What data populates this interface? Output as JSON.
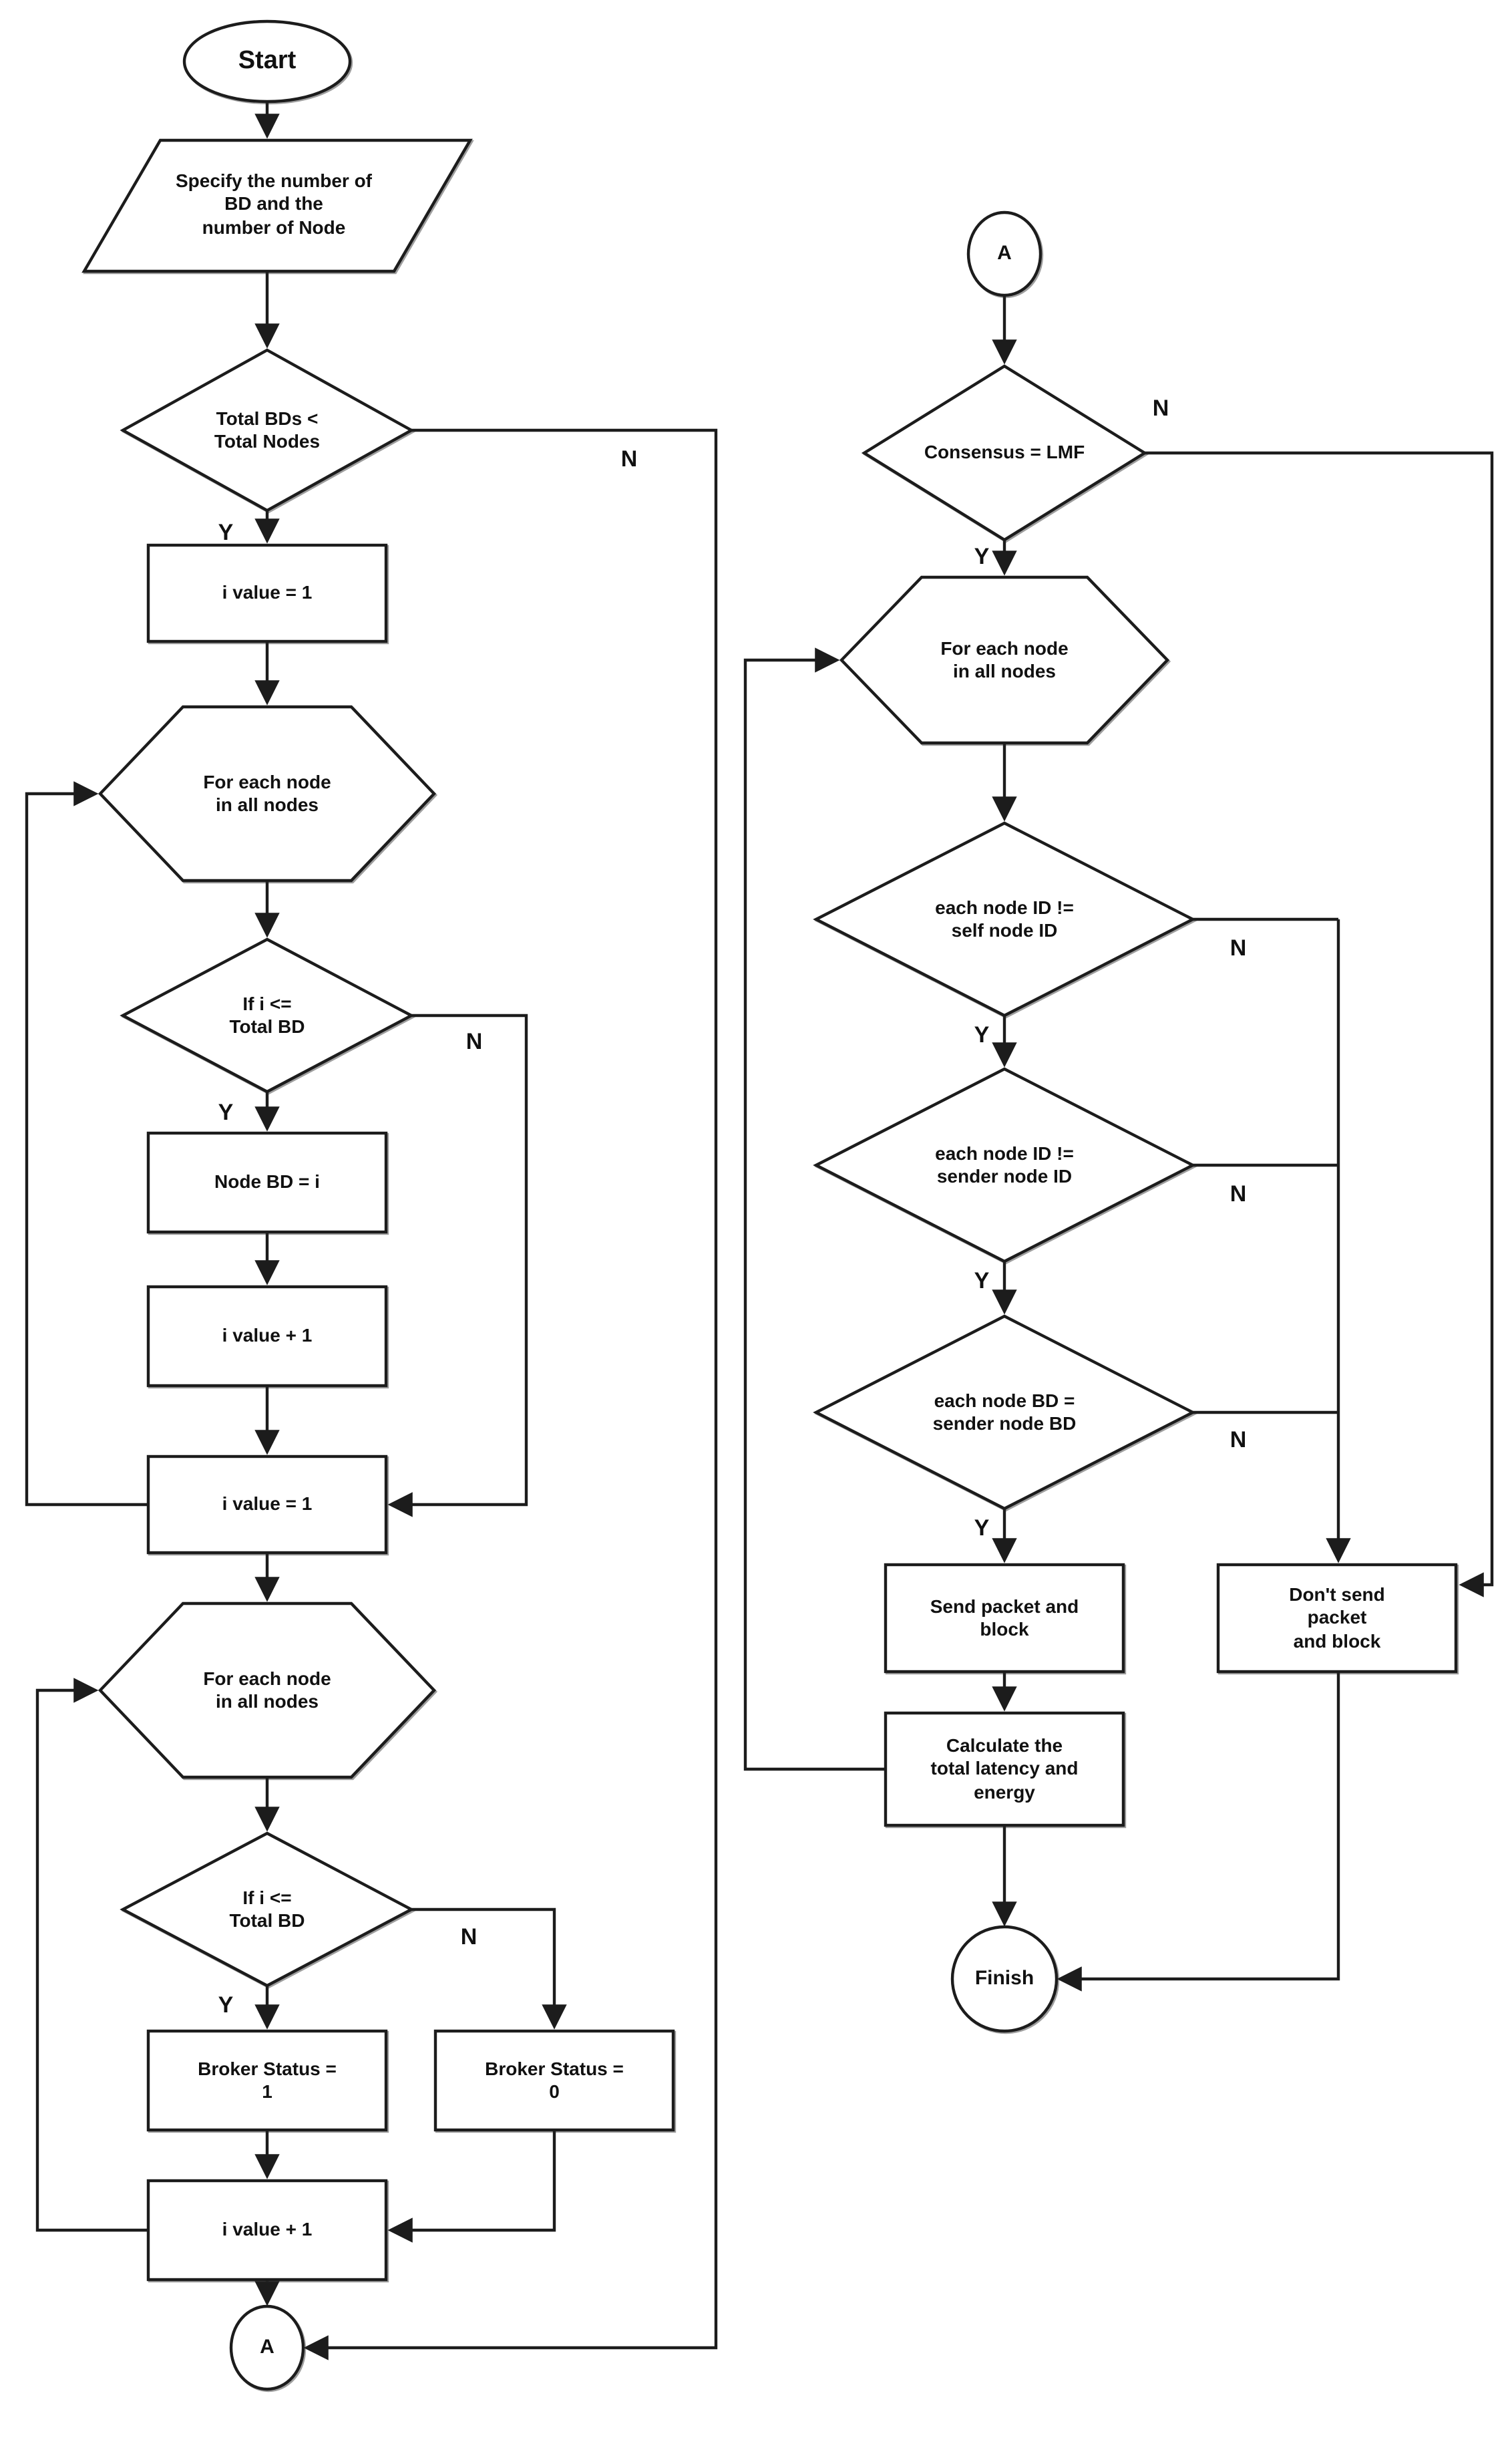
{
  "diagram": {
    "type": "flowchart",
    "colors": {
      "stroke": "#1c1c1c",
      "fill": "#ffffff",
      "text": "#111111"
    },
    "labels": {
      "yes": "Y",
      "no": "N"
    },
    "nodes": {
      "start": {
        "label": "Start"
      },
      "specify": {
        "lines": [
          "Specify the number of",
          "BD and the",
          "number of Node"
        ]
      },
      "total_bds_lt_nodes": {
        "lines": [
          "Total BDs <",
          "Total Nodes"
        ]
      },
      "i_value_eq_1_a": {
        "label": "i value = 1"
      },
      "foreach_left_1": {
        "lines": [
          "For each node",
          "in all nodes"
        ]
      },
      "if_i_le_total_bd_1": {
        "lines": [
          "If i <=",
          "Total BD"
        ]
      },
      "node_bd_eq_i": {
        "label": "Node BD = i"
      },
      "i_value_plus_1_a": {
        "label": "i value + 1"
      },
      "i_value_eq_1_b": {
        "label": "i value = 1"
      },
      "foreach_left_2": {
        "lines": [
          "For each node",
          "in all nodes"
        ]
      },
      "if_i_le_total_bd_2": {
        "lines": [
          "If i <=",
          "Total BD"
        ]
      },
      "broker_status_1": {
        "lines": [
          "Broker Status =",
          "1"
        ]
      },
      "broker_status_0": {
        "lines": [
          "Broker Status =",
          "0"
        ]
      },
      "i_value_plus_1_b": {
        "label": "i value + 1"
      },
      "connector_a_bottom": {
        "label": "A"
      },
      "connector_a_top": {
        "label": "A"
      },
      "consensus_lmf": {
        "label": "Consensus = LMF"
      },
      "foreach_right": {
        "lines": [
          "For each node",
          "in all nodes"
        ]
      },
      "id_ne_self": {
        "lines": [
          "each node ID !=",
          "self node ID"
        ]
      },
      "id_ne_sender": {
        "lines": [
          "each node ID !=",
          "sender node ID"
        ]
      },
      "bd_eq_sender": {
        "lines": [
          "each node BD =",
          "sender node BD"
        ]
      },
      "send_packet": {
        "lines": [
          "Send packet and",
          "block"
        ]
      },
      "dont_send": {
        "lines": [
          "Don't send",
          "packet",
          "and block"
        ]
      },
      "calculate": {
        "lines": [
          "Calculate the",
          "total latency and",
          "energy"
        ]
      },
      "finish": {
        "label": "Finish"
      }
    }
  }
}
